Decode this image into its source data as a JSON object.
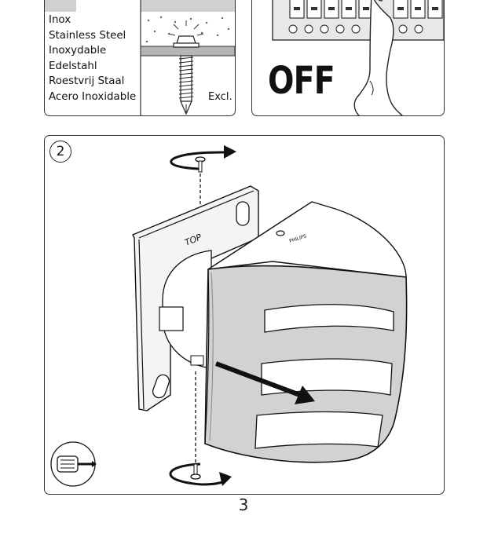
{
  "materials": {
    "items": [
      "Inox",
      "Stainless Steel",
      "Inoxydable",
      "Edelstahl",
      "Roestvrij Staal",
      "Acero Inoxidable"
    ],
    "excl_label": "Excl."
  },
  "power": {
    "label": "OFF"
  },
  "step": {
    "number": "2",
    "bracket_label": "TOP"
  },
  "page": {
    "number": "3"
  }
}
